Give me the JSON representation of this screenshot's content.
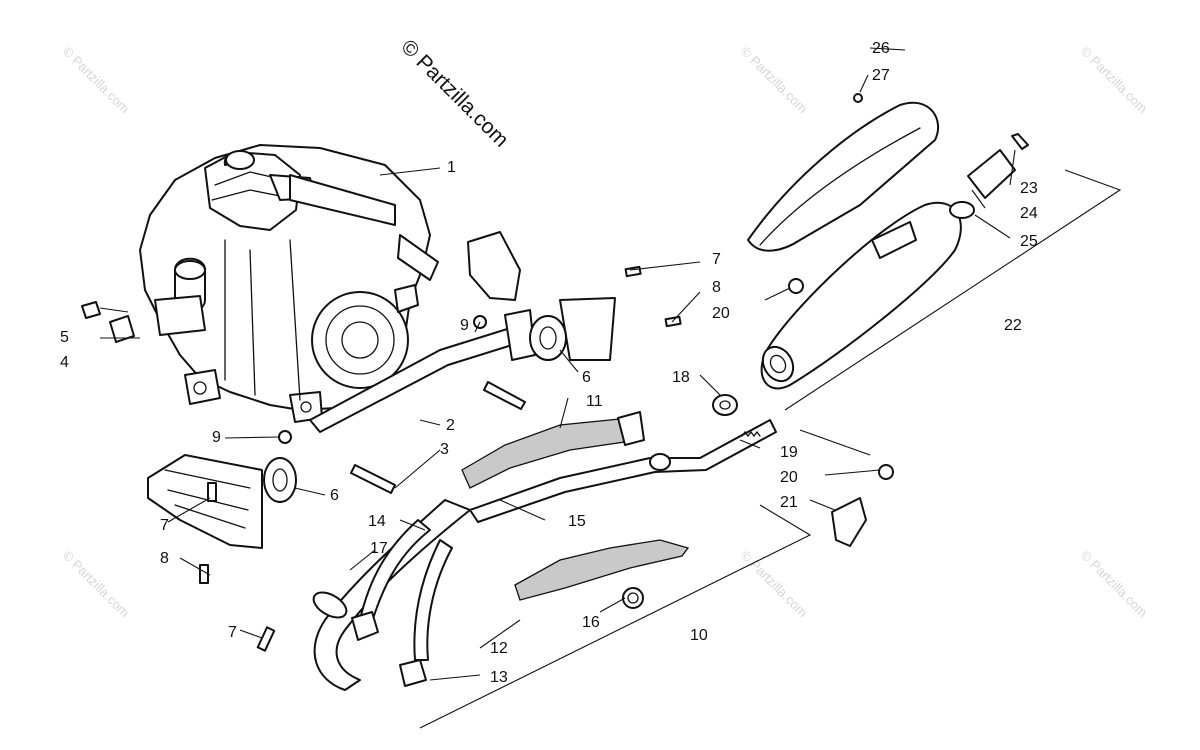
{
  "brand_text": "© Partzilla.com",
  "watermark_text": "© Partzilla.com",
  "callouts": [
    "1",
    "2",
    "3",
    "4",
    "5",
    "6",
    "6",
    "7",
    "7",
    "7",
    "8",
    "8",
    "9",
    "9",
    "10",
    "11",
    "12",
    "13",
    "14",
    "15",
    "16",
    "17",
    "18",
    "19",
    "20",
    "20",
    "21",
    "22",
    "23",
    "24",
    "25",
    "26",
    "27"
  ]
}
